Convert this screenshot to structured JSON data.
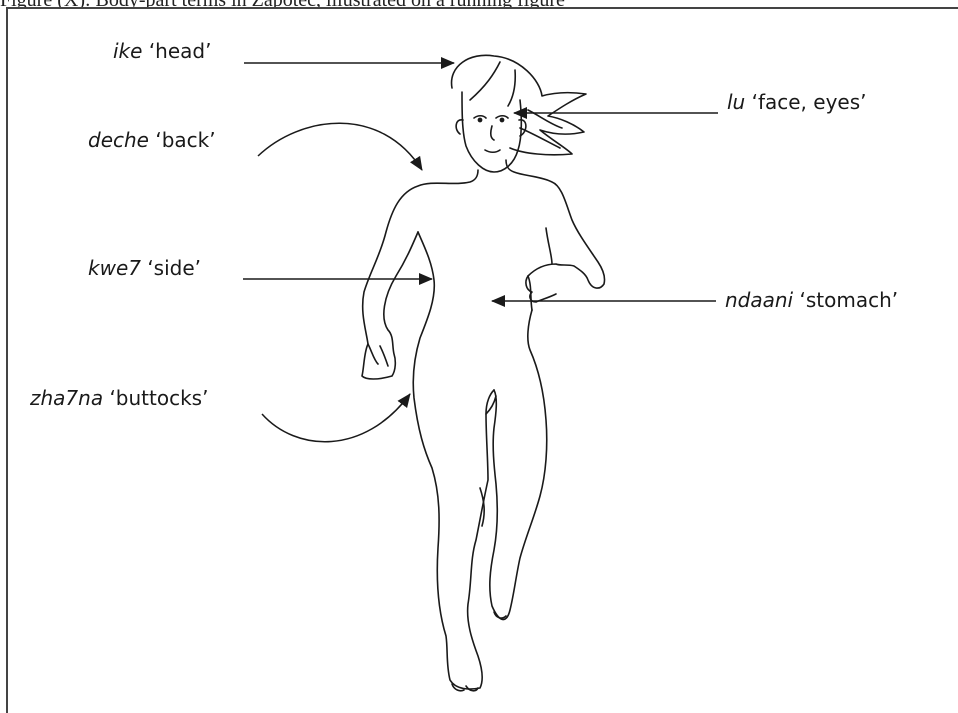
{
  "caption": {
    "text": "Figure (X): Body-part terms in Zapotec, illustrated on a running figure"
  },
  "labels": [
    {
      "id": "head",
      "term": "ike",
      "gloss": "‘head’"
    },
    {
      "id": "face",
      "term": "lu",
      "gloss": "‘face, eyes’"
    },
    {
      "id": "back",
      "term": "deche",
      "gloss": "‘back’"
    },
    {
      "id": "side",
      "term": "kwe7",
      "gloss": "‘side’"
    },
    {
      "id": "stomach",
      "term": "ndaani",
      "gloss": "‘stomach’"
    },
    {
      "id": "buttocks",
      "term": "zha7na",
      "gloss": "‘buttocks’"
    }
  ],
  "colors": {
    "line": "#1a1a1a",
    "frame": "#444444",
    "background": "#ffffff"
  }
}
